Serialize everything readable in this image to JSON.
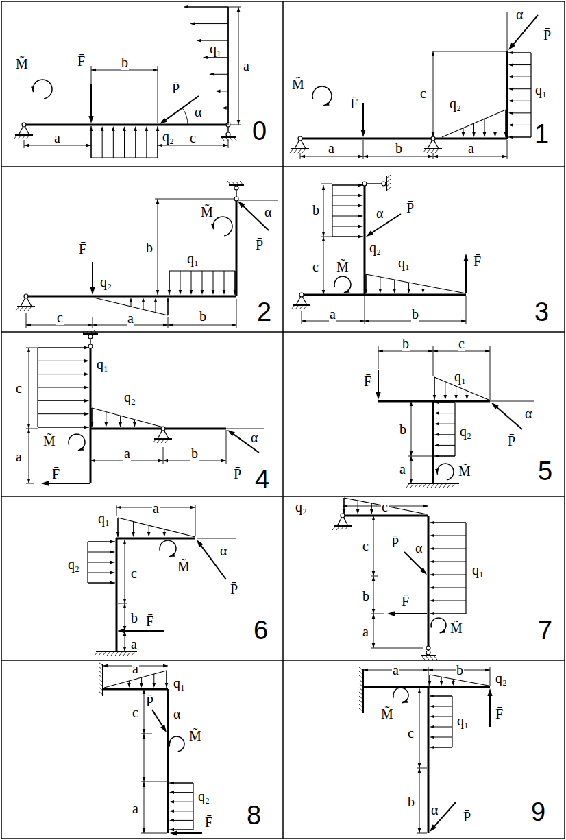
{
  "diagram": {
    "labels": [
      "M̃",
      "F̄",
      "b",
      "P̄",
      "α",
      "q₁",
      "a",
      "a",
      "q₂",
      "c",
      "0",
      "M̃",
      "F̄",
      "c",
      "α",
      "P̄",
      "q₁",
      "q₂",
      "a",
      "b",
      "a",
      "1",
      "F̄",
      "b",
      "M̃",
      "α",
      "P̄",
      "q₁",
      "q₂",
      "c",
      "a",
      "b",
      "2",
      "b",
      "α",
      "P̄",
      "q₂",
      "c",
      "M̃",
      "q₁",
      "F̄",
      "a",
      "b",
      "3",
      "c",
      "q₁",
      "q₂",
      "M̃",
      "a",
      "F̄",
      "a",
      "b",
      "α",
      "P̄",
      "4",
      "F̄",
      "b",
      "c",
      "q₁",
      "α",
      "P̄",
      "b",
      "q₂",
      "a",
      "M̃",
      "5",
      "a",
      "q₁",
      "α",
      "M̃",
      "q₂",
      "c",
      "P̄",
      "b",
      "F̄",
      "a",
      "6",
      "q₂",
      "c",
      "P̄",
      "α",
      "c",
      "q₁",
      "b",
      "F̄",
      "M̃",
      "a",
      "7",
      "a",
      "q₁",
      "P̄",
      "α",
      "c",
      "M̃",
      "q₂",
      "a",
      "F̄",
      "8",
      "a",
      "b",
      "q₂",
      "M̃",
      "F̄",
      "q₁",
      "c",
      "b",
      "α",
      "P̄",
      "9"
    ]
  }
}
